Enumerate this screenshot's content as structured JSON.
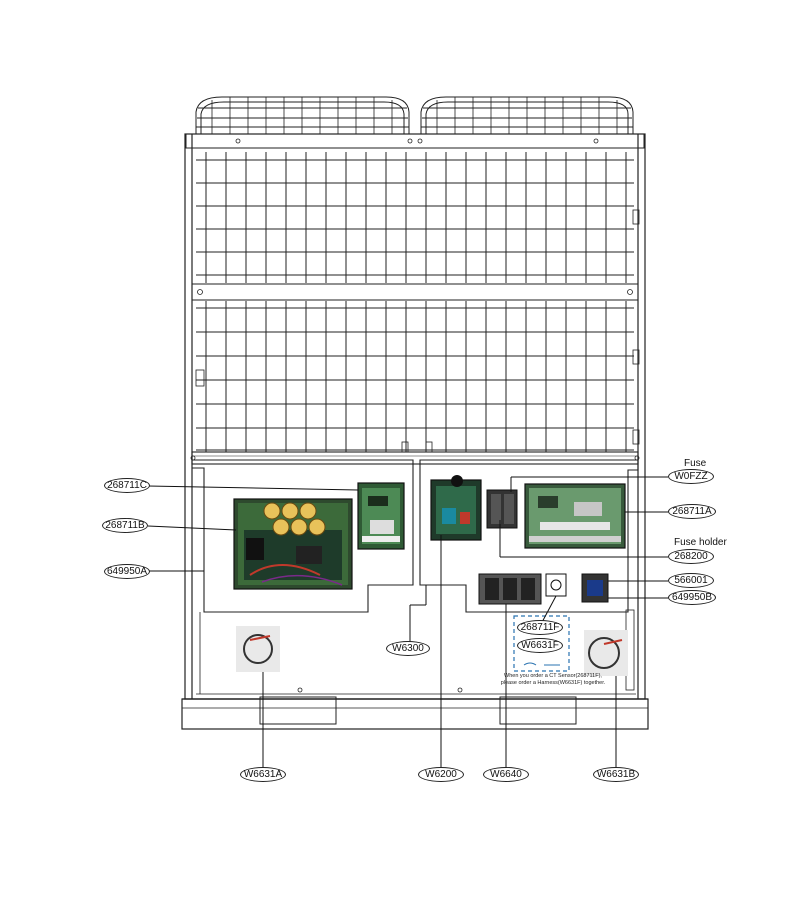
{
  "parts": {
    "p268711C": "268711C",
    "p268711B": "268711B",
    "p649950A": "649950A",
    "p268711A": "268711A",
    "p268200": "268200",
    "pW0FZZ": "W0FZZ",
    "p566001": "566001",
    "p649950B": "649950B",
    "pW6300": "W6300",
    "p268711F": "268711F",
    "pW6631F": "W6631F",
    "pW6631A": "W6631A",
    "pW6200": "W6200",
    "pW6640": "W6640",
    "pW6631B": "W6631B"
  },
  "captions": {
    "fuse": "Fuse",
    "fuse_holder": "Fuse holder"
  },
  "note": {
    "line1": "When you order a CT Sensor(268711F),",
    "line2": "please order a Harness(W6631F) together."
  }
}
